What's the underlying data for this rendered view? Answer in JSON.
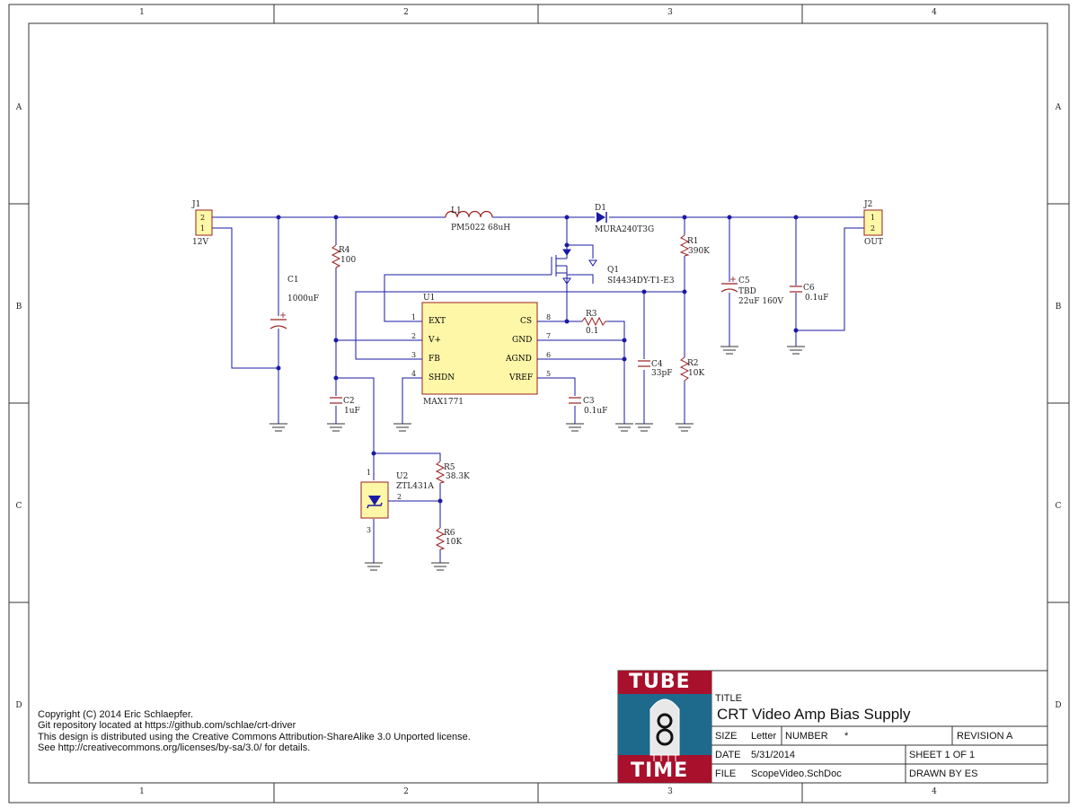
{
  "zones": {
    "columns": [
      "1",
      "2",
      "3",
      "4"
    ],
    "rows": [
      "A",
      "B",
      "C",
      "D"
    ]
  },
  "connectors": {
    "j1": {
      "ref": "J1",
      "label": "12V",
      "pin_top": "2",
      "pin_bottom": "1"
    },
    "j2": {
      "ref": "J2",
      "label": "OUT",
      "pin_top": "1",
      "pin_bottom": "2"
    }
  },
  "components": {
    "l1": {
      "ref": "L1",
      "value": "PM5022 68uH"
    },
    "d1": {
      "ref": "D1",
      "value": "MURA240T3G"
    },
    "q1": {
      "ref": "Q1",
      "value": "SI4434DY-T1-E3"
    },
    "c1": {
      "ref": "C1",
      "value": "1000uF"
    },
    "r4": {
      "ref": "R4",
      "value": "100"
    },
    "c2": {
      "ref": "C2",
      "value": "1uF"
    },
    "r3": {
      "ref": "R3",
      "value": "0.1"
    },
    "c3": {
      "ref": "C3",
      "value": "0.1uF"
    },
    "c4": {
      "ref": "C4",
      "value": "33pF"
    },
    "r1": {
      "ref": "R1",
      "value": "390K"
    },
    "r2": {
      "ref": "R2",
      "value": "10K"
    },
    "c5": {
      "ref": "C5",
      "value": "TBD",
      "value2": "22uF 160V"
    },
    "c6": {
      "ref": "C6",
      "value": "0.1uF"
    },
    "u2": {
      "ref": "U2",
      "value": "ZTL431A",
      "pin1": "1",
      "pin2": "2",
      "pin3": "3"
    },
    "r5": {
      "ref": "R5",
      "value": "38.3K"
    },
    "r6": {
      "ref": "R6",
      "value": "10K"
    }
  },
  "u1": {
    "ref": "U1",
    "part": "MAX1771",
    "left_pins": [
      {
        "num": "1",
        "name": "EXT"
      },
      {
        "num": "2",
        "name": "V+"
      },
      {
        "num": "3",
        "name": "FB"
      },
      {
        "num": "4",
        "name": "SHDN"
      }
    ],
    "right_pins": [
      {
        "num": "8",
        "name": "CS"
      },
      {
        "num": "7",
        "name": "GND"
      },
      {
        "num": "6",
        "name": "AGND"
      },
      {
        "num": "5",
        "name": "VREF"
      }
    ]
  },
  "copyright": [
    "Copyright (C) 2014 Eric Schlaepfer.",
    "Git repository located at https://github.com/schlae/crt-driver",
    "This design is distributed using the Creative Commons Attribution-ShareAlike 3.0 Unported license.",
    "See http://creativecommons.org/licenses/by-sa/3.0/ for details."
  ],
  "logo": {
    "top": "TUBE",
    "bottom": "TIME"
  },
  "title_block": {
    "title_label": "TITLE",
    "title": "CRT Video Amp Bias Supply",
    "size_label": "SIZE",
    "size": "Letter",
    "number_label": "NUMBER",
    "number": "*",
    "revision": "REVISION A",
    "date_label": "DATE",
    "date": "5/31/2014",
    "sheet": "SHEET 1  OF  1",
    "file_label": "FILE",
    "file": "ScopeVideo.SchDoc",
    "drawn_by": "DRAWN BY ES"
  },
  "colors": {
    "wire": "#1a1aa6",
    "junction": "#1a1aa6",
    "symbol": "#9a2020",
    "ic_fill": "#fff7a8",
    "logo_red": "#a8102c",
    "logo_blue": "#1d6a8c"
  }
}
